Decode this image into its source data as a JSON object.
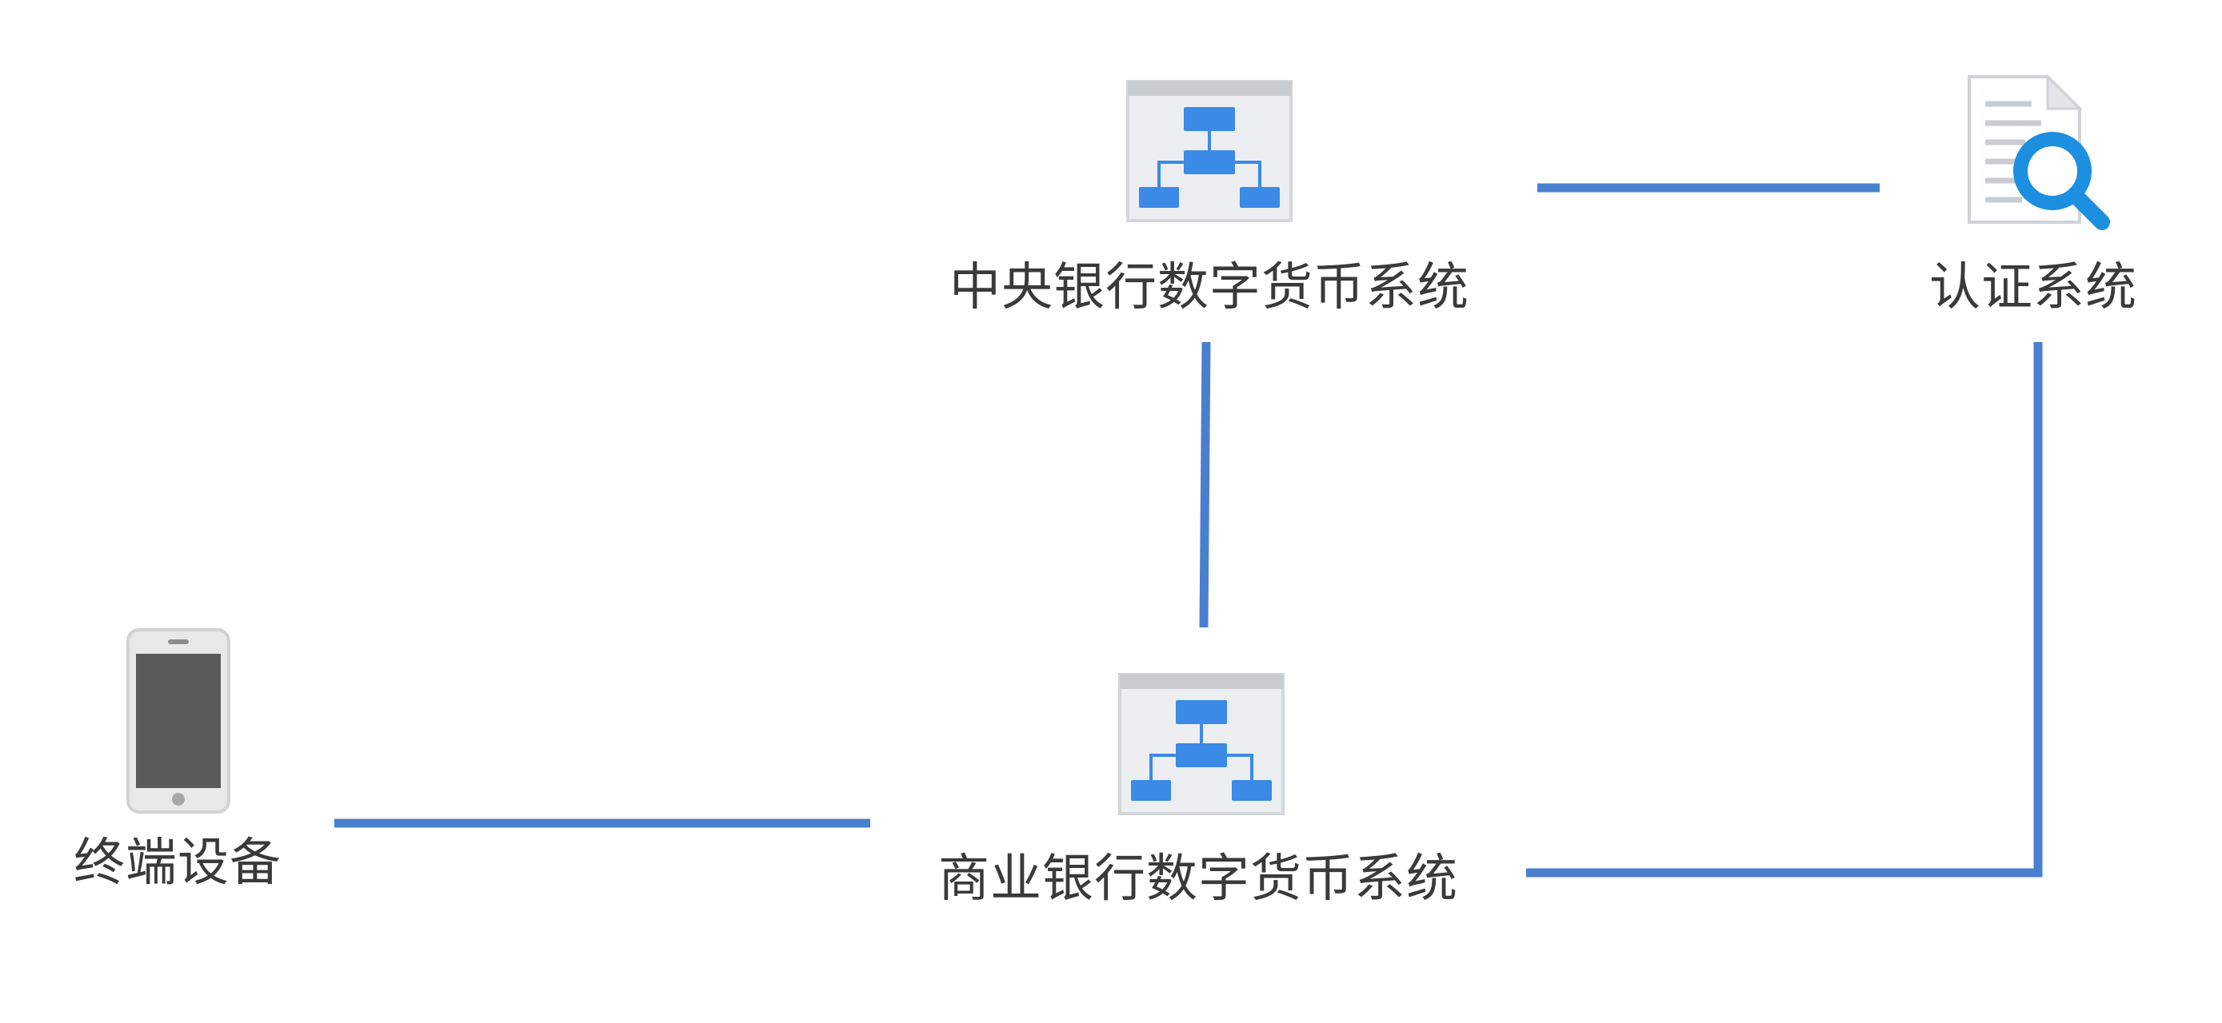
{
  "colors": {
    "connector": "#4a7fd0",
    "icon_blue": "#3b8ae6",
    "window_frame": "#e9ebee",
    "window_bar": "#cdd1d6",
    "phone_screen": "#595959",
    "phone_body": "#e6e6e6",
    "label_text": "#3a3a3a"
  },
  "nodes": {
    "central": {
      "label": "中央银行数字货币系统",
      "icon": "org-chart-window-icon"
    },
    "auth": {
      "label": "认证系统",
      "icon": "document-search-icon"
    },
    "terminal": {
      "label": "终端设备",
      "icon": "smartphone-icon"
    },
    "commercial": {
      "label": "商业银行数字货币系统",
      "icon": "org-chart-window-icon"
    }
  },
  "edges": [
    {
      "from": "central",
      "to": "auth"
    },
    {
      "from": "central",
      "to": "commercial"
    },
    {
      "from": "terminal",
      "to": "commercial"
    },
    {
      "from": "commercial",
      "to": "auth"
    }
  ]
}
